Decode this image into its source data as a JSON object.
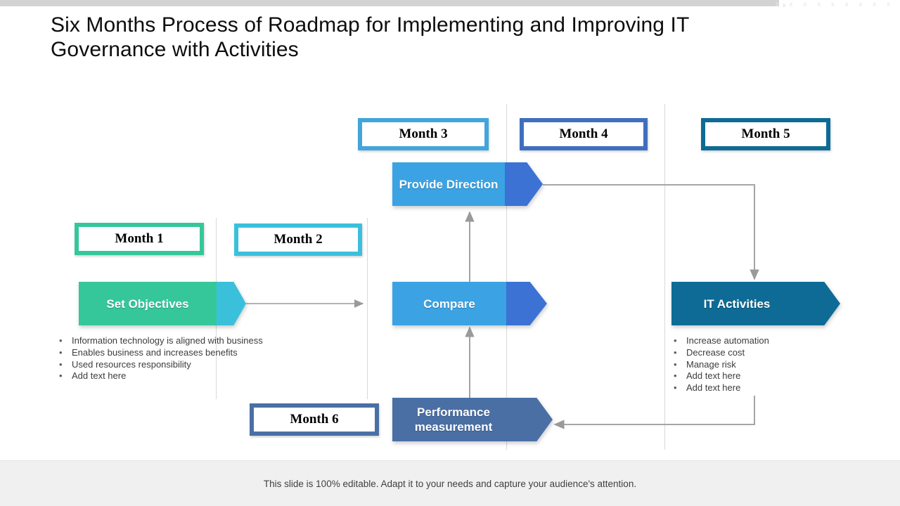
{
  "slide": {
    "title": "Six Months Process of Roadmap for Implementing and Improving IT Governance with Activities",
    "top_marks": "x x x x x x x x x",
    "top_mark_single": "x",
    "footer_note": "This slide is 100% editable. Adapt it to your needs and capture your audience's attention."
  },
  "colors": {
    "green": "#35C79A",
    "cyan": "#3BC0DC",
    "light_blue": "#3BA3E3",
    "mid_blue": "#3B72D4",
    "royal_blue": "#3F6FBF",
    "slate_blue": "#4A6FA5",
    "deep_teal": "#0E6B96",
    "connector": "#9a9a9a",
    "divider": "#d9d9d9",
    "footer_bg": "#f0f0f0",
    "topbar": "#d3d3d3"
  },
  "months": [
    {
      "label": "Month 1",
      "border": "#35C79A"
    },
    {
      "label": "Month 2",
      "border": "#3BC0DC"
    },
    {
      "label": "Month 3",
      "border": "#42A5DC"
    },
    {
      "label": "Month 4",
      "border": "#3F6FBF"
    },
    {
      "label": "Month 5",
      "border": "#0E6B96"
    },
    {
      "label": "Month 6",
      "border": "#4A6FA5"
    }
  ],
  "steps": [
    {
      "label": "Set Objectives",
      "body_color": "#35C79A",
      "head_color": "#3BC0DC"
    },
    {
      "label": "Provide Direction",
      "body_color": "#3BA3E3",
      "head_color": "#3B72D4"
    },
    {
      "label": "Compare",
      "body_color": "#3BA3E3",
      "head_color": "#3B72D4"
    },
    {
      "label": "IT Activities",
      "body_color": "#0E6B96",
      "head_color": "#0E6B96"
    },
    {
      "label": "Performance measurement",
      "body_color": "#4A6FA5",
      "head_color": "#4A6FA5"
    }
  ],
  "left_bullets": [
    "Information technology is aligned with business",
    "Enables business and increases benefits",
    "Used resources responsibility",
    "Add text here"
  ],
  "right_bullets": [
    "Increase automation",
    "Decrease cost",
    "Manage risk",
    "Add text here",
    "Add text here"
  ],
  "bullet_glyph": "•"
}
